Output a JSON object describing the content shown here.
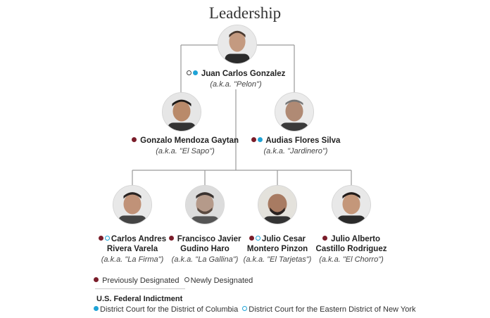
{
  "title": "Leadership",
  "people": {
    "jc": {
      "name": "Juan Carlos Gonzalez",
      "alias": "(a.k.a. \"Pelon\")"
    },
    "gm": {
      "name": "Gonzalo Mendoza Gaytan",
      "alias": "(a.k.a. \"El Sapo\")"
    },
    "af": {
      "name": "Audias Flores Silva",
      "alias": "(a.k.a. \"Jardinero\")"
    },
    "ca": {
      "name_line1": "Carlos Andres",
      "name_line2": "Rivera Varela",
      "alias": "(a.k.a. \"La Firma\")"
    },
    "fj": {
      "name_line1": "Francisco Javier",
      "name_line2": "Gudino Haro",
      "alias": "(a.k.a. \"La Gallina\")"
    },
    "jcm": {
      "name_line1": "Julio Cesar",
      "name_line2": "Montero Pinzon",
      "alias": "(a.k.a. \"El Tarjetas\")"
    },
    "ja": {
      "name_line1": "Julio Alberto",
      "name_line2": "Castillo Rodriguez",
      "alias": "(a.k.a. \"El Chorro\")"
    }
  },
  "legend": {
    "previously_designated": "Previously Designated",
    "newly_designated": "Newly Designated",
    "indictment_heading": "U.S. Federal Indictment",
    "dc_court": "District Court for the District of Columbia",
    "edny_court": "District Court for the Eastern District of New York"
  },
  "colors": {
    "previously_designated": "#7a1d2a",
    "indictment": "#1fa3d6",
    "connector": "#9a9a9a"
  }
}
